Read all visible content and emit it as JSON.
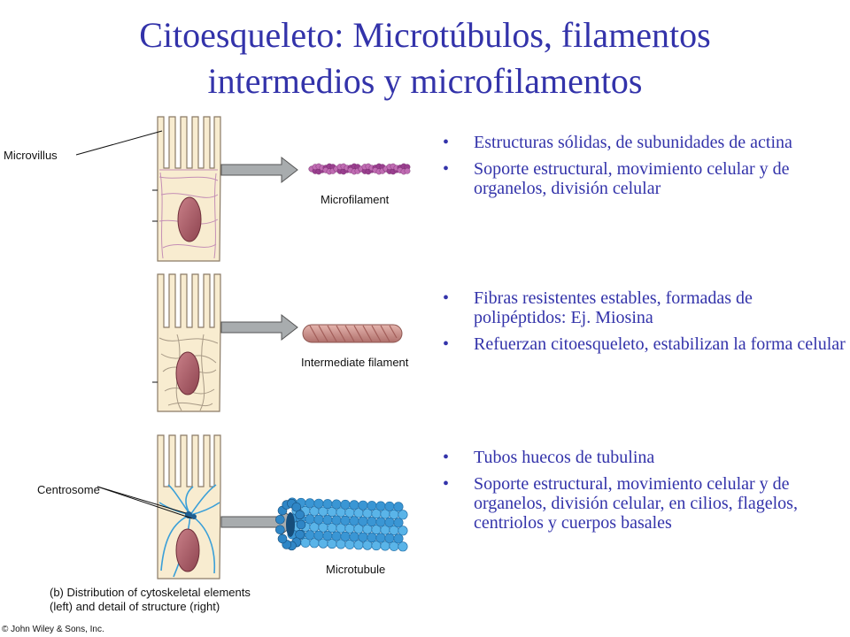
{
  "title": {
    "line1": "Citoesqueleto: Microtúbulos, filamentos",
    "line2": "intermedios y microfilamentos"
  },
  "labels": {
    "microvillus": "Microvillus",
    "microfilament": "Microfilament",
    "intermediate": "Intermediate filament",
    "centrosome": "Centrosome",
    "microtubule": "Microtubule"
  },
  "caption": {
    "line1": "(b) Distribution of cytoskeletal elements",
    "line2": "(left) and detail of structure (right)"
  },
  "copyright": "© John Wiley & Sons, Inc.",
  "sections": [
    {
      "bullets": [
        "Estructuras sólidas, de subunidades de actina",
        "Soporte estructural, movimiento celular y de organelos, división celular"
      ]
    },
    {
      "bullets": [
        "Fibras resistentes estables, formadas de polipéptidos: Ej. Miosina",
        "Refuerzan citoesqueleto, estabilizan la forma celular"
      ]
    },
    {
      "bullets": [
        "Tubos huecos de tubulina",
        "Soporte estructural, movimiento celular y de organelos, división celular, en cilios, flagelos, centriolos y cuerpos basales"
      ]
    }
  ],
  "colors": {
    "title": "#3333aa",
    "cell_fill": "#f8ecd0",
    "nucleus": "#a85a63",
    "microfilament": "#9a3f8f",
    "intermediate": "#c78a85",
    "microtubule": "#3aa0dc"
  }
}
